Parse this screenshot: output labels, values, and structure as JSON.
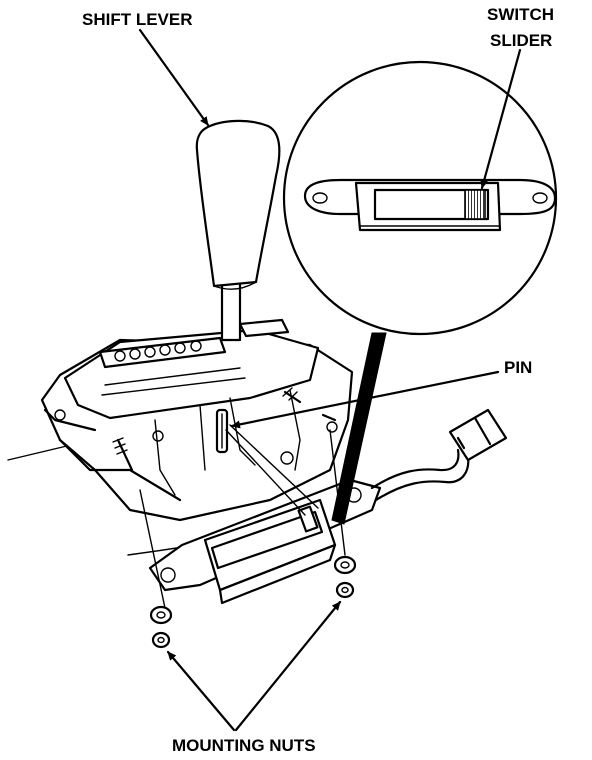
{
  "labels": {
    "shift_lever": "SHIFT LEVER",
    "switch_slider_line1": "SWITCH",
    "switch_slider_line2": "SLIDER",
    "pin": "PIN",
    "mounting_nuts": "MOUNTING NUTS"
  },
  "colors": {
    "ink": "#000000",
    "paper": "#ffffff"
  }
}
